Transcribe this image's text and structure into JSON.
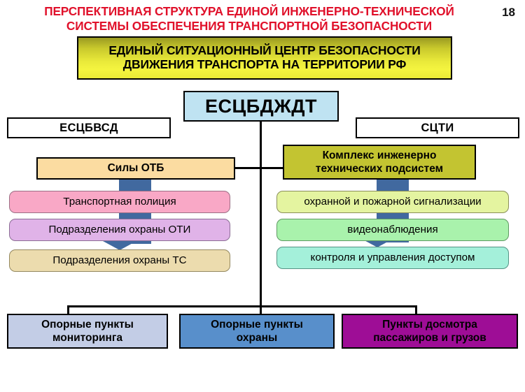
{
  "title": {
    "line1": "ПЕРСПЕКТИВНАЯ СТРУКТУРА ЕДИНОЙ ИНЖЕНЕРНО-ТЕХНИЧЕСКОЙ",
    "line2": "СИСТЕМЫ ОБЕСПЕЧЕНИЯ ТРАНСПОРТНОЙ БЕЗОПАСНОСТИ",
    "page_number": "18",
    "color": "#e0102a"
  },
  "banner": {
    "line1": "ЕДИНЫЙ СИТУАЦИОННЫЙ ЦЕНТР БЕЗОПАСНОСТИ",
    "line2": "ДВИЖЕНИЯ ТРАНСПОРТА НА ТЕРРИТОРИИ РФ",
    "fill_top": "#9a9a22",
    "fill_bottom": "#f4f43f"
  },
  "central": {
    "label": "ЕСЦБДЖДТ",
    "fill": "#bfe3f2"
  },
  "columns": {
    "left": {
      "header": "ЕСЦБВСД",
      "node": "Силы ОТБ",
      "node_fill": "#fbdca1",
      "leaves": [
        {
          "label": "Транспортная полиция",
          "fill": "#f9a8c6"
        },
        {
          "label": "Подразделения охраны ОТИ",
          "fill": "#e0b3e8"
        },
        {
          "label": "Подразделения охраны ТС",
          "fill": "#ecdcae"
        }
      ]
    },
    "right": {
      "header": "СЦТИ",
      "node_line1": "Комплекс инженерно",
      "node_line2": "технических подсистем",
      "node_fill": "#c3c431",
      "leaves": [
        {
          "label": "охранной и пожарной сигнализации",
          "fill": "#e4f4a0"
        },
        {
          "label": "видеонаблюдения",
          "fill": "#a9f2ac"
        },
        {
          "label": "контроля и управления доступом",
          "fill": "#a4f0da"
        }
      ]
    }
  },
  "bottom": [
    {
      "line1": "Опорные пункты",
      "line2": "мониторинга",
      "fill": "#c3cde6"
    },
    {
      "line1": "Опорные пункты",
      "line2": "охраны",
      "fill": "#588fcb"
    },
    {
      "line1": "Пункты досмотра",
      "line2": "пассажиров и грузов",
      "fill": "#9e0d96"
    }
  ]
}
